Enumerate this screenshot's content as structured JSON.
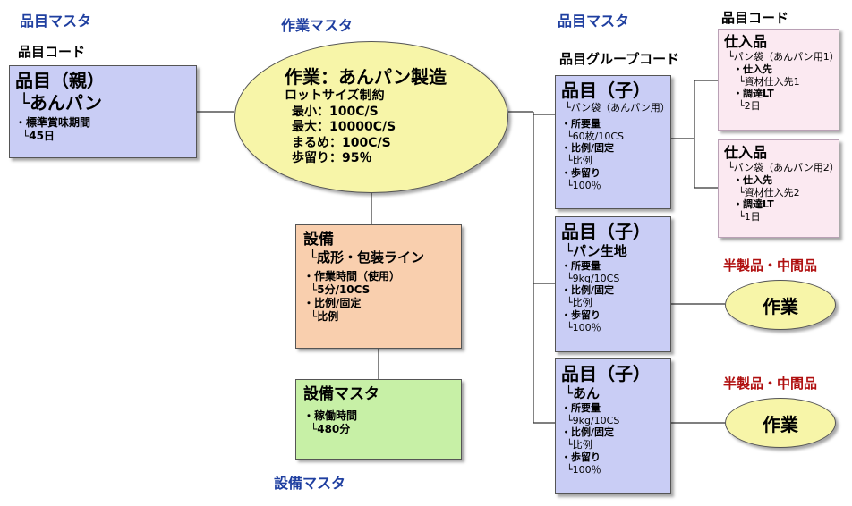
{
  "headings": {
    "item_master_left": "品目マスタ",
    "item_code_left": "品目コード",
    "work_master": "作業マスタ",
    "item_master_right": "品目マスタ",
    "item_code_right": "品目コード",
    "item_group_code": "品目グループコード",
    "equipment_master_bottom": "設備マスタ",
    "semi_product_1": "半製品・中間品",
    "semi_product_2": "半製品・中間品"
  },
  "parent_item": {
    "title": "品目（親）",
    "name": "└あんパン",
    "attr_label": "・標準賞味期間",
    "attr_value": "└45日"
  },
  "work": {
    "title": "作業：あんパン製造",
    "lot_label": "ロットサイズ制約",
    "min": "最小：100C/S",
    "max": "最大：10000C/S",
    "round": "まるめ：100C/S",
    "yield": "歩留り：95％"
  },
  "equipment": {
    "title": "設備",
    "name": "└成形・包装ライン",
    "time_label": "・作業時間（使用）",
    "time_value": "└5分/10CS",
    "ratio_label": "・比例/固定",
    "ratio_value": "└比例"
  },
  "equipment_master": {
    "title": "設備マスタ",
    "label": "・稼働時間",
    "value": "└480分"
  },
  "children": [
    {
      "title": "品目（子）",
      "name": "└パン袋（あんパン用）",
      "req_label": "・所要量",
      "req_value": "└60枚/10CS",
      "ratio_label": "・比例/固定",
      "ratio_value": "└比例",
      "yield_label": "・歩留り",
      "yield_value": "└100％"
    },
    {
      "title": "品目（子）",
      "name": "└パン生地",
      "req_label": "・所要量",
      "req_value": "└9kg/10CS",
      "ratio_label": "・比例/固定",
      "ratio_value": "└比例",
      "yield_label": "・歩留り",
      "yield_value": "└100％"
    },
    {
      "title": "品目（子）",
      "name": "└あん",
      "req_label": "・所要量",
      "req_value": "└9kg/10CS",
      "ratio_label": "・比例/固定",
      "ratio_value": "└比例",
      "yield_label": "・歩留り",
      "yield_value": "└100％"
    }
  ],
  "purchases": [
    {
      "title": "仕入品",
      "name": "└パン袋（あんパン用1）",
      "supplier_label": "・仕入先",
      "supplier_value": "└資材仕入先1",
      "lead_label": "・調達LT",
      "lead_value": "└2日"
    },
    {
      "title": "仕入品",
      "name": "└パン袋（あんパン用2）",
      "supplier_label": "・仕入先",
      "supplier_value": "└資材仕入先2",
      "lead_label": "・調達LT",
      "lead_value": "└1日"
    }
  ],
  "semi_works": [
    {
      "label": "作業"
    },
    {
      "label": "作業"
    }
  ],
  "colors": {
    "heading_blue": "#1f3fa0",
    "semi_red": "#b01010",
    "item_box": "#c9cdf5",
    "equipment_box": "#f9cfae",
    "equipment_master_box": "#c7f0a6",
    "purchase_box": "#fbe9f1",
    "work_ellipse": "#f7f5a8"
  }
}
